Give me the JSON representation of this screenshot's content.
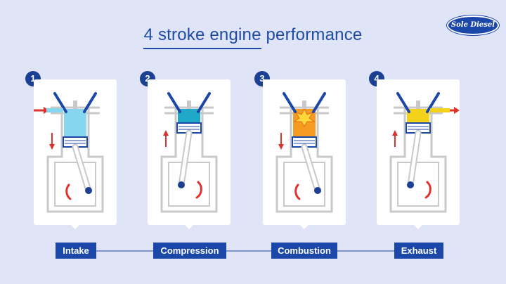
{
  "title": "4 stroke engine performance",
  "logo_text": "Sole Diesel",
  "colors": {
    "background": "#dfe5f6",
    "brand_blue": "#1a47a8",
    "arrow_red": "#e0322c",
    "intake_mix": "#86d6ef",
    "compression_mix": "#1fa9c9",
    "combustion_mix": "#f59b21",
    "exhaust_gas": "#f5d21a"
  },
  "strokes": [
    {
      "number": "1",
      "label": "Intake",
      "piston_direction": "down",
      "mixture_color": "#86d6ef",
      "flow_arrow": "in"
    },
    {
      "number": "2",
      "label": "Compression",
      "piston_direction": "up",
      "mixture_color": "#1fa9c9",
      "flow_arrow": "none"
    },
    {
      "number": "3",
      "label": "Combustion",
      "piston_direction": "down",
      "mixture_color": "#f59b21",
      "flow_arrow": "none"
    },
    {
      "number": "4",
      "label": "Exhaust",
      "piston_direction": "up",
      "mixture_color": "#f5d21a",
      "flow_arrow": "out"
    }
  ]
}
